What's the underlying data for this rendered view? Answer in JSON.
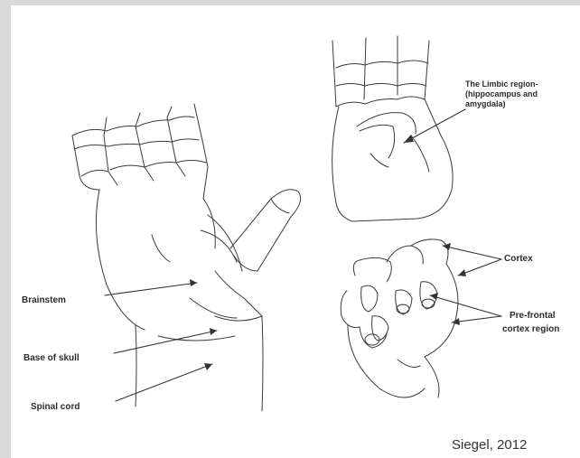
{
  "labels": {
    "limbic": "The Limbic region-\n(hippocampus and\namygdala)",
    "cortex": "Cortex",
    "prefrontal_line1": "Pre-frontal",
    "prefrontal_line2": "cortex region",
    "brainstem": "Brainstem",
    "base_of_skull": "Base of skull",
    "spinal_cord": "Spinal cord"
  },
  "citation": "Siegel, 2012"
}
